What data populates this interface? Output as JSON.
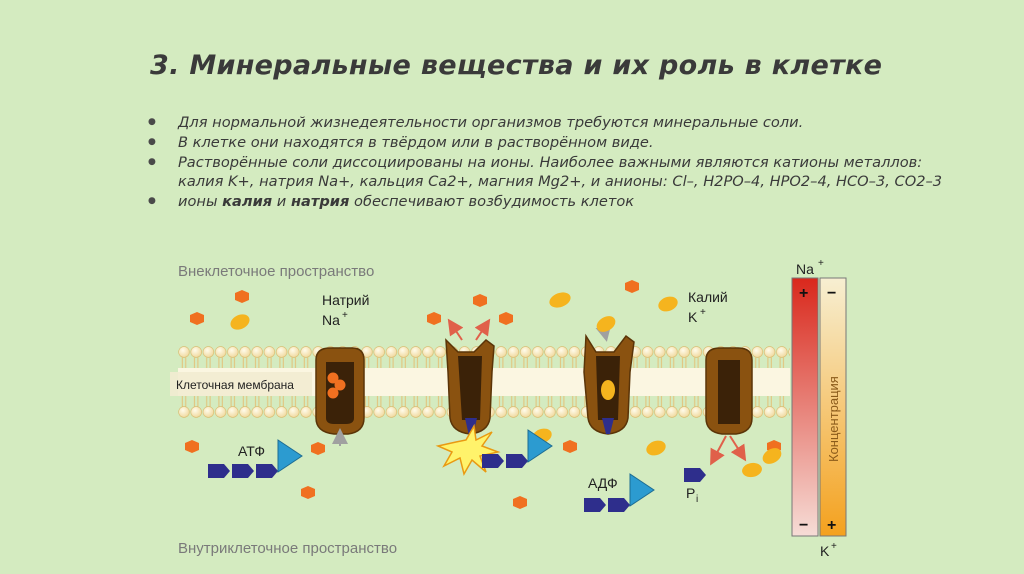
{
  "slide": {
    "title": "3. Минеральные вещества и их роль в клетке",
    "bullets": [
      {
        "text": "Для нормальной жизнедеятельности организмов требуются минеральные соли."
      },
      {
        "text": "В клетке они находятся в твёрдом или в растворённом виде."
      },
      {
        "text": "Растворённые соли диссоциированы на ионы. Наиболее важными являются катионы металлов: калия K+, натрия Na+, кальция Ca2+, магния Mg2+, и анионы: Cl–, H2PO–4, HPO2–4, HCO–3, CO2–3"
      },
      {
        "pre": "ионы ",
        "bold1": "калия",
        "mid": " и ",
        "bold2": "натрия",
        "post": " обеспечивают возбудимость клеток"
      }
    ]
  },
  "diagram": {
    "extracellular_label": "Внеклеточное пространство",
    "intracellular_label": "Внутриклеточное пространство",
    "membrane_label": "Клеточная мембрана",
    "sodium_label": "Натрий",
    "sodium_symbol": "Na",
    "potassium_label": "Калий",
    "potassium_symbol": "K",
    "plus_sup": "+",
    "atp_label": "АТФ",
    "adp_label": "АДФ",
    "pi_label": "P",
    "pi_sub": "i",
    "gradient_top_label": "Na",
    "gradient_bottom_label": "K",
    "concentration_label": "Концентрация",
    "plus_sign": "+",
    "minus_sign": "−"
  },
  "colors": {
    "background": "#d4ebc0",
    "sodium_ion": "#f07020",
    "potassium_ion": "#f5b41e",
    "pump": "#8a5210",
    "pump_dark": "#3b2208",
    "phosphate": "#2e2e8c",
    "atp_triangle": "#2c9bd0"
  }
}
